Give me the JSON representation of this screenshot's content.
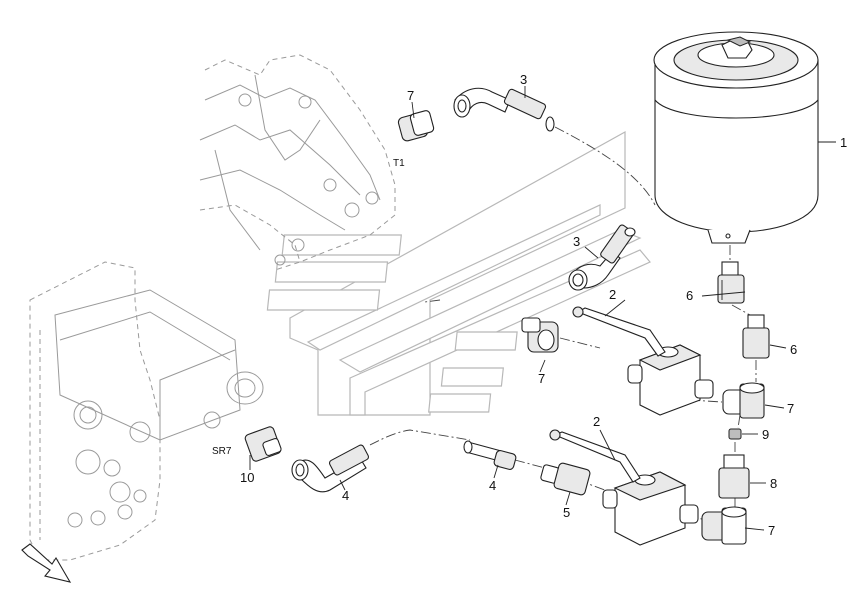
{
  "callouts": {
    "n1": "1",
    "n2_upper": "2",
    "n2_lower": "2",
    "n3_top": "3",
    "n3_mid": "3",
    "n4_left": "4",
    "n4_mid": "4",
    "n5": "5",
    "n6_upper": "6",
    "n6_lower": "6",
    "n7_top": "7",
    "n7_mid_left": "7",
    "n7_right_upper": "7",
    "n7_right_lower": "7",
    "n8": "8",
    "n9": "9",
    "n10": "10"
  },
  "port_labels": {
    "t1": "T1",
    "sr7": "SR7"
  }
}
